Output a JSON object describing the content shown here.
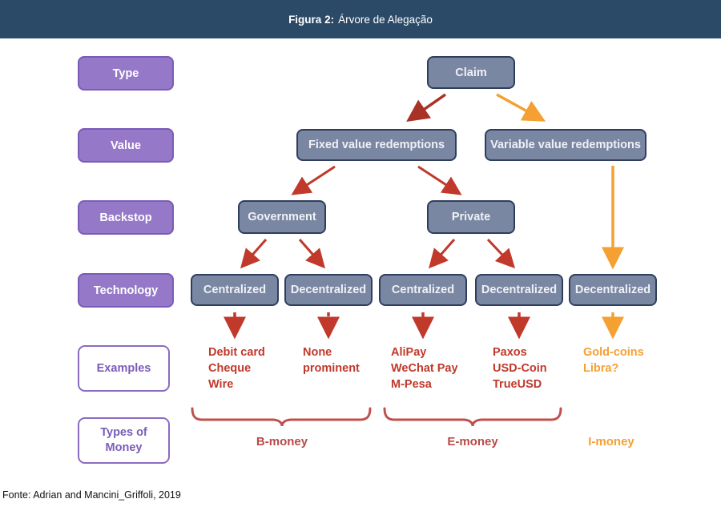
{
  "header": {
    "title_prefix": "Figura 2:",
    "title_main": "Árvore de Alegação"
  },
  "categories": {
    "type": "Type",
    "value": "Value",
    "backstop": "Backstop",
    "technology": "Technology",
    "examples": "Examples",
    "types_of_money": "Types of Money"
  },
  "tree": {
    "claim": "Claim",
    "fixed": "Fixed value redemptions",
    "variable": "Variable value redemptions",
    "government": "Government",
    "private": "Private",
    "tech": {
      "0": "Centralized",
      "1": "Decentralized",
      "2": "Centralized",
      "3": "Decentralized",
      "4": "Decentralized"
    }
  },
  "examples": {
    "debit": {
      "lines": {
        "0": "Debit card",
        "1": "Cheque",
        "2": "Wire"
      }
    },
    "none": {
      "lines": {
        "0": "None",
        "1": "prominent"
      }
    },
    "alipay": {
      "lines": {
        "0": "AliPay",
        "1": "WeChat Pay",
        "2": "M-Pesa"
      }
    },
    "paxos": {
      "lines": {
        "0": "Paxos",
        "1": "USD-Coin",
        "2": "TrueUSD"
      }
    },
    "gold": {
      "lines": {
        "0": "Gold-coins",
        "1": "Libra?"
      }
    }
  },
  "money_types": {
    "b": "B-money",
    "e": "E-money",
    "i": "I-money"
  },
  "source": "Fonte: Adrian and Mancini_Griffoli, 2019",
  "colors": {
    "header_bg": "#2B4A68",
    "purple_fill": "#9678C8",
    "purple_border": "#7A5CB8",
    "slate_fill": "#7A87A3",
    "slate_border": "#2F3E5E",
    "arrow_red": "#C0392B",
    "arrow_dark_red": "#A93226",
    "arrow_orange": "#F5A033",
    "example_red": "#C0392B",
    "money_red": "#B94A48"
  }
}
